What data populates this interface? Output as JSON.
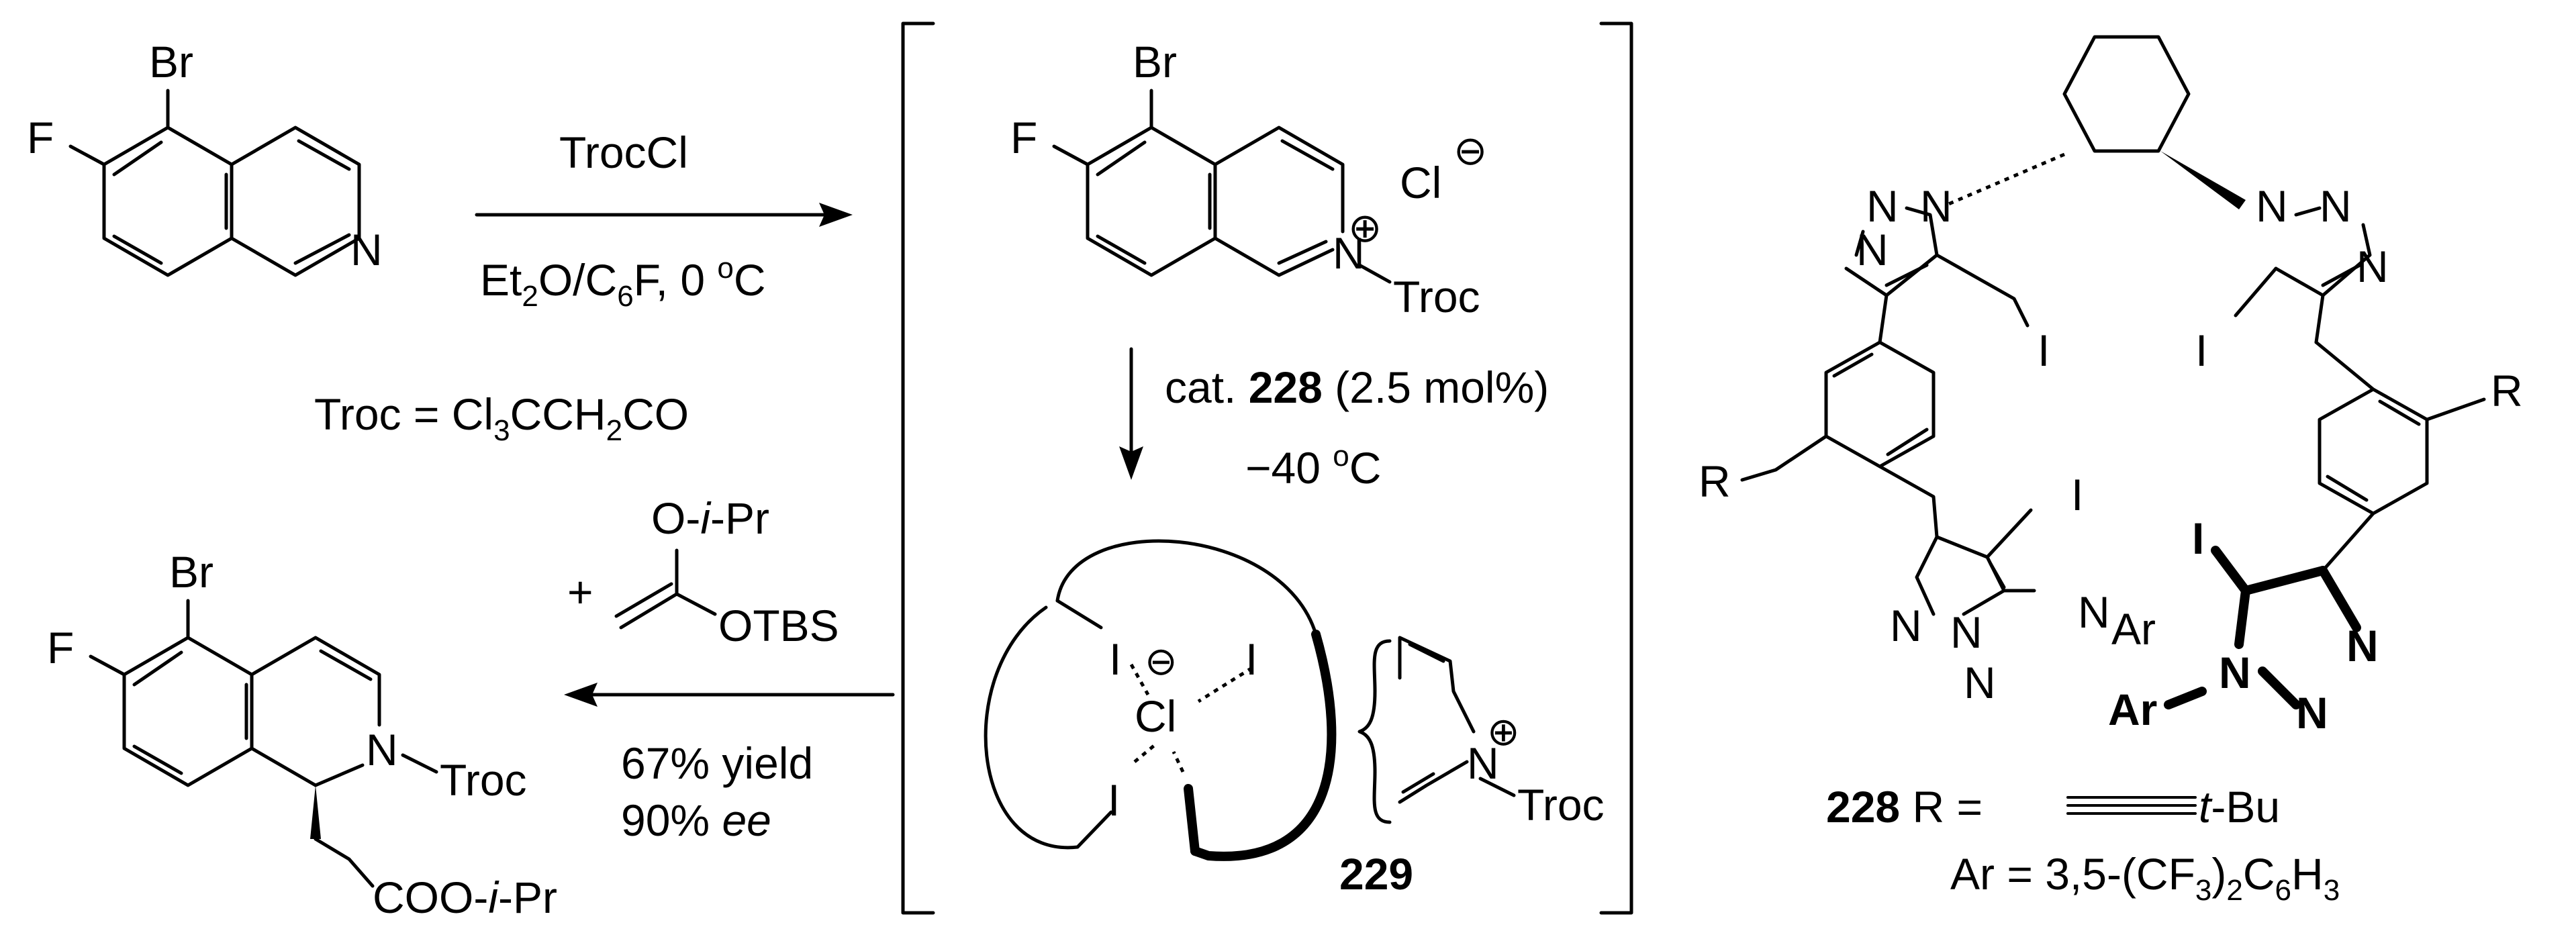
{
  "step1": {
    "reagent": "TrocCl",
    "cond_a": "Et",
    "cond_a_sub": "2",
    "cond_b": "O/C",
    "cond_b_sub": "6",
    "cond_c": "F",
    "cond_d": ", 0 ",
    "cond_sup": "o",
    "cond_e": "C"
  },
  "troc_def": {
    "a": "Troc = Cl",
    "sub1": "3",
    "b": "CCH",
    "sub2": "2",
    "c": "CO"
  },
  "step2": {
    "plus": "+",
    "enol_top": "O-",
    "enol_top_it": "i",
    "enol_top_end": "-Pr",
    "enol_bottom": "OTBS",
    "yield": "67% yield",
    "ee_num": "90% ",
    "ee_it": "ee"
  },
  "inter_step": {
    "cat_a": "cat. ",
    "cat_num": "228",
    "cat_b": " (2.5 mol%)",
    "temp_a": "−40 ",
    "temp_sup": "o",
    "temp_b": "C"
  },
  "atoms": {
    "br": "Br",
    "f": "F",
    "n": "N",
    "cl": "Cl",
    "troc": "Troc",
    "i": "I",
    "r": "R",
    "ar": "Ar",
    "plus": "⊕",
    "minus": "⊖"
  },
  "product": {
    "side_chain": "COO-",
    "side_it": "i",
    "side_end": "-Pr"
  },
  "complex_label": "229",
  "catalyst": {
    "num": "228",
    "r_eq": " R = ",
    "tbu_it": "t",
    "tbu_end": "-Bu",
    "ar_a": "Ar = 3,5-(CF",
    "ar_sub1": "3",
    "ar_b": ")",
    "ar_sub2": "2",
    "ar_c": "C",
    "ar_sub3": "6",
    "ar_d": "H",
    "ar_sub4": "3"
  }
}
